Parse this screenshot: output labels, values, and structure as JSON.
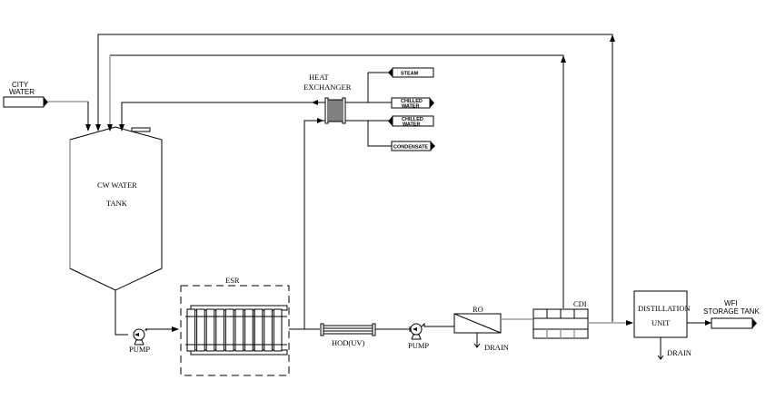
{
  "diagram": {
    "type": "process-flow",
    "colors": {
      "line": "#000000",
      "secondary_line": "#9a9a9a",
      "background": "#ffffff"
    },
    "labels": {
      "city_water": [
        "CITY",
        "WATER"
      ],
      "cw_tank": [
        "CW WATER",
        "TANK"
      ],
      "heat_exchanger": [
        "HEAT",
        "EXCHANGER"
      ],
      "steam": "STEAM",
      "chilled_water_out": [
        "CHILLED",
        "WATER"
      ],
      "chilled_water_in": [
        "CHILLED",
        "WATER"
      ],
      "condensate": "CONDENSATE",
      "pump_1": "PUMP",
      "esr": "ESR",
      "hod_uv": "HOD(UV)",
      "pump_2": "PUMP",
      "ro": "RO",
      "ro_drain": "DRAIN",
      "cdi": "CDI",
      "distillation": [
        "DISTILLATION",
        "UNIT"
      ],
      "distillation_drain": "DRAIN",
      "wfi_storage": [
        "WFI",
        "STORAGE TANK"
      ]
    }
  }
}
